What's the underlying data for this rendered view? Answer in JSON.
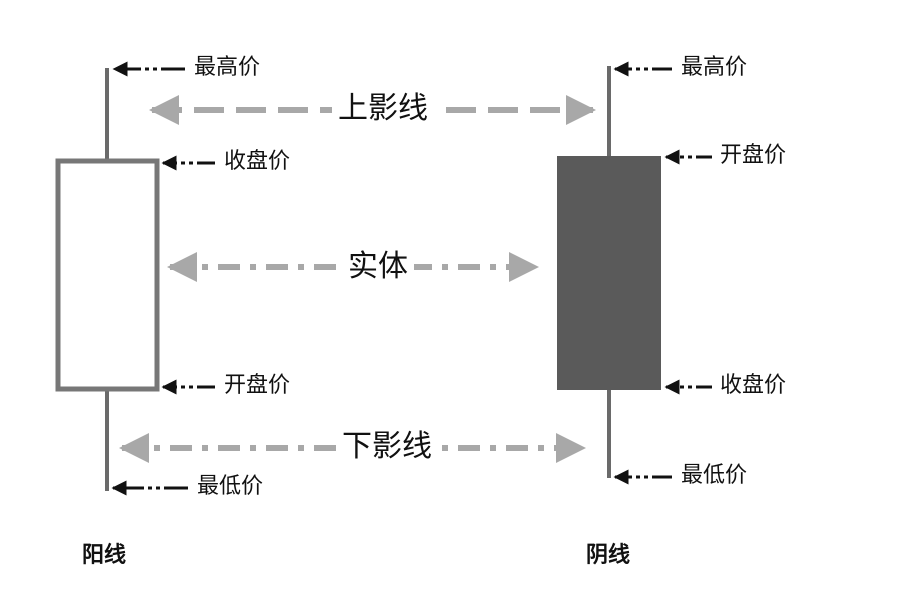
{
  "colors": {
    "wick": "#6a6a6a",
    "bullish_border": "#777777",
    "bullish_fill": "#ffffff",
    "bearish_fill": "#5a5a5a",
    "span_arrow": "#a8a8a8",
    "pointer_arrow": "#111111"
  },
  "bullish": {
    "caption": "阳线",
    "high_label": "最高价",
    "close_label": "收盘价",
    "open_label": "开盘价",
    "low_label": "最低价"
  },
  "bearish": {
    "caption": "阴线",
    "high_label": "最高价",
    "open_label": "开盘价",
    "close_label": "收盘价",
    "low_label": "最低价"
  },
  "regions": {
    "upper_shadow": "上影线",
    "body": "实体",
    "lower_shadow": "下影线"
  }
}
